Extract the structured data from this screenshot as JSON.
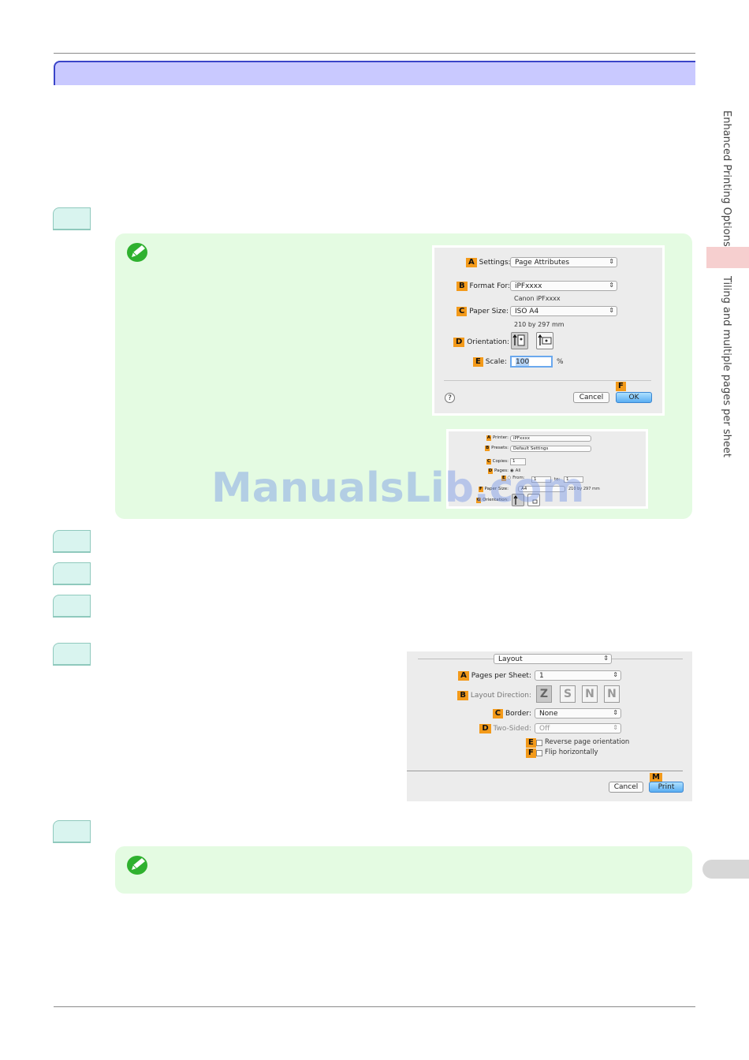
{
  "sidebar": {
    "chapter": "Enhanced Printing Options",
    "section": "Tiling and multiple pages per sheet"
  },
  "watermark": "ManualsLib.com",
  "page_setup_dialog": {
    "settings": {
      "badge": "A",
      "label": "Settings:",
      "value": "Page Attributes"
    },
    "format_for": {
      "badge": "B",
      "label": "Format For:",
      "value": "iPFxxxx",
      "sub": "Canon iPFxxxx"
    },
    "paper_size": {
      "badge": "C",
      "label": "Paper Size:",
      "value": "ISO A4",
      "sub": "210 by 297 mm"
    },
    "orientation": {
      "badge": "D",
      "label": "Orientation:"
    },
    "scale": {
      "badge": "E",
      "label": "Scale:",
      "value": "100",
      "unit": "%"
    },
    "help": "?",
    "cancel": "Cancel",
    "ok_badge": "F",
    "ok": "OK"
  },
  "print_dialog_small": {
    "printer": {
      "badge": "A",
      "label": "Printer:",
      "value": "iPFxxxx"
    },
    "presets": {
      "badge": "B",
      "label": "Presets:",
      "value": "Default Settings"
    },
    "copies": {
      "badge": "C",
      "label": "Copies:",
      "value": "1"
    },
    "pages": {
      "badge": "D",
      "label": "Pages:",
      "all": "All"
    },
    "from": {
      "badge": "E",
      "label": "From:",
      "from_value": "1",
      "to_label": "to:",
      "to_value": "1"
    },
    "paper_size": {
      "badge": "F",
      "label": "Paper Size:",
      "value": "A4",
      "sub": "210 by 297 mm"
    },
    "orientation": {
      "badge": "G",
      "label": "Orientation:"
    }
  },
  "layout_dialog": {
    "panel": "Layout",
    "pages_per_sheet": {
      "badge": "A",
      "label": "Pages per Sheet:",
      "value": "1"
    },
    "layout_direction": {
      "badge": "B",
      "label": "Layout Direction:",
      "glyphs": [
        "Z",
        "S",
        "N",
        "N"
      ]
    },
    "border": {
      "badge": "C",
      "label": "Border:",
      "value": "None"
    },
    "two_sided": {
      "badge": "D",
      "label": "Two-Sided:",
      "value": "Off"
    },
    "reverse": {
      "badge": "E",
      "label": "Reverse page orientation"
    },
    "flip": {
      "badge": "F",
      "label": "Flip horizontally"
    },
    "cancel": "Cancel",
    "print_badge": "M",
    "print": "Print"
  }
}
